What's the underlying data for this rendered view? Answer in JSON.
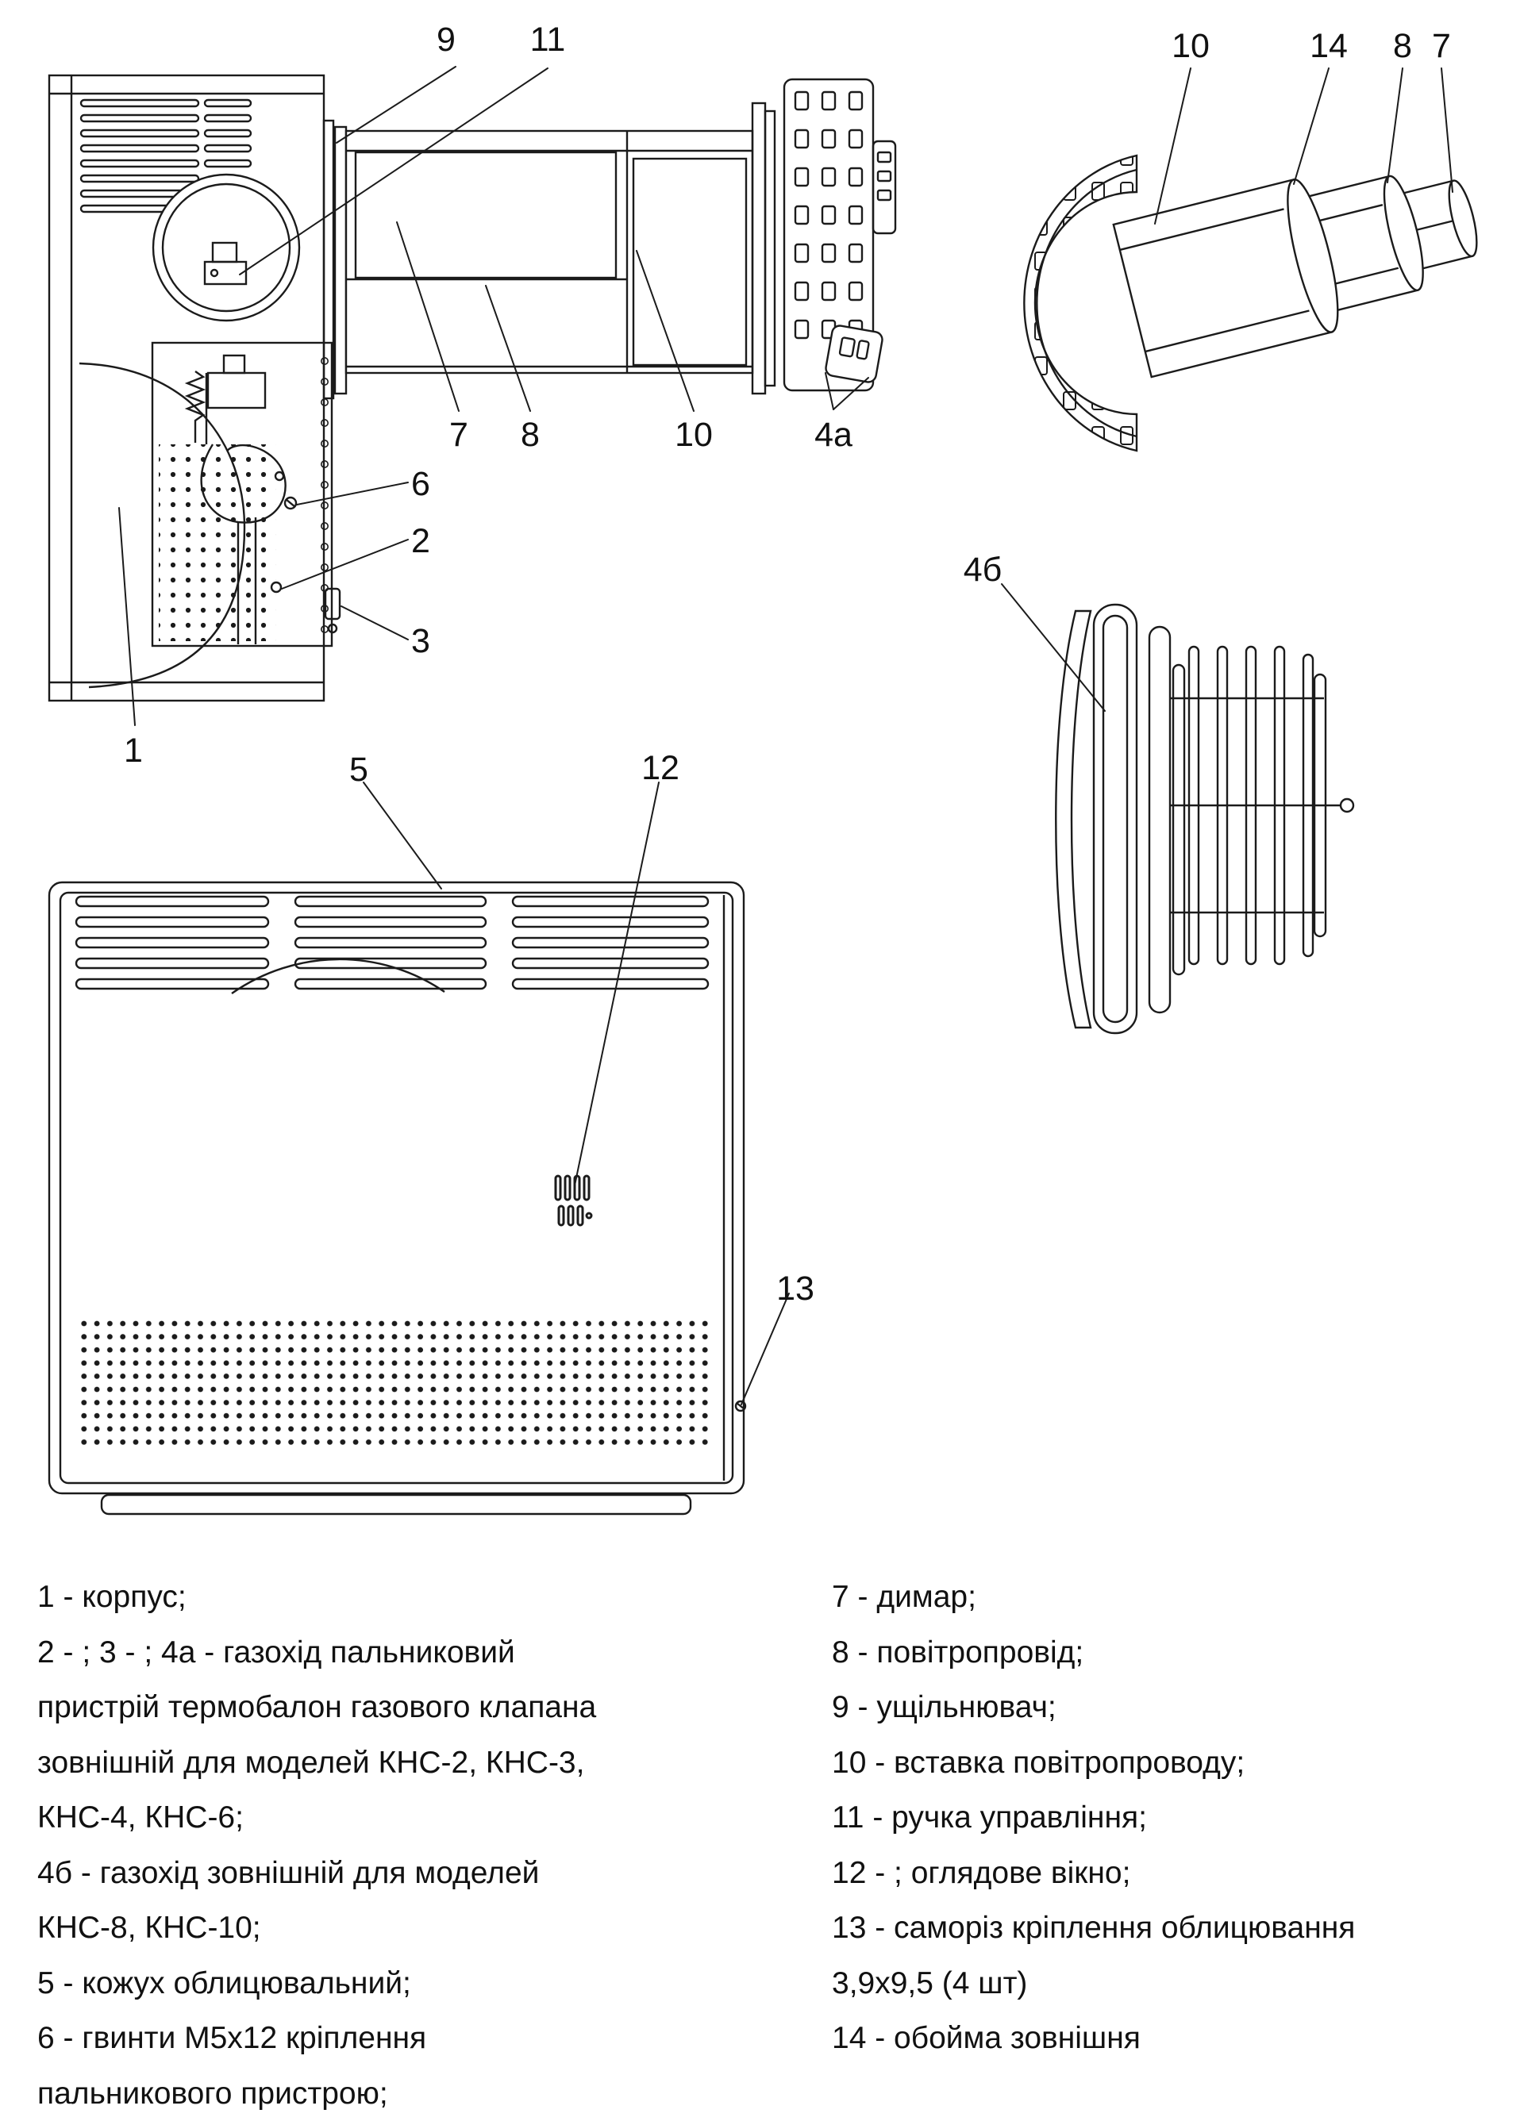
{
  "figure": {
    "callout_labels": {
      "p1": "1",
      "p2": "2",
      "p3": "3",
      "p4a": "4а",
      "p4b": "4б",
      "p5": "5",
      "p6": "6",
      "p7": "7",
      "p8": "8",
      "p9": "9",
      "p10": "10",
      "p11": "11",
      "p12": "12",
      "p13": "13",
      "p14": "14"
    }
  },
  "legend": {
    "left": [
      "1 - корпус;",
      "2 - ; 3 - ; 4а - газохід пальниковий",
      "пристрій термобалон газового клапана",
      "зовнішній для моделей КНС-2, КНС-3,",
      "КНС-4, КНС-6;",
      "4б - газохід зовнішній для моделей",
      "КНС-8, КНС-10;",
      "5 - кожух облицювальний;",
      "6 - гвинти М5х12 кріплення",
      "пальникового пристрою;"
    ],
    "right": [
      "7 - димар;",
      "8 - повітропровід;",
      "9 - ущільнювач;",
      "10 - вставка повітропроводу;",
      "11 - ручка управління;",
      "12 - ; оглядове вікно;",
      "13 - саморіз кріплення облицювання",
      "3,9х9,5 (4 шт)",
      "14 - обойма зовнішня"
    ]
  },
  "colors": {
    "line": "#1b1b1b",
    "background": "#ffffff",
    "text": "#111111"
  }
}
